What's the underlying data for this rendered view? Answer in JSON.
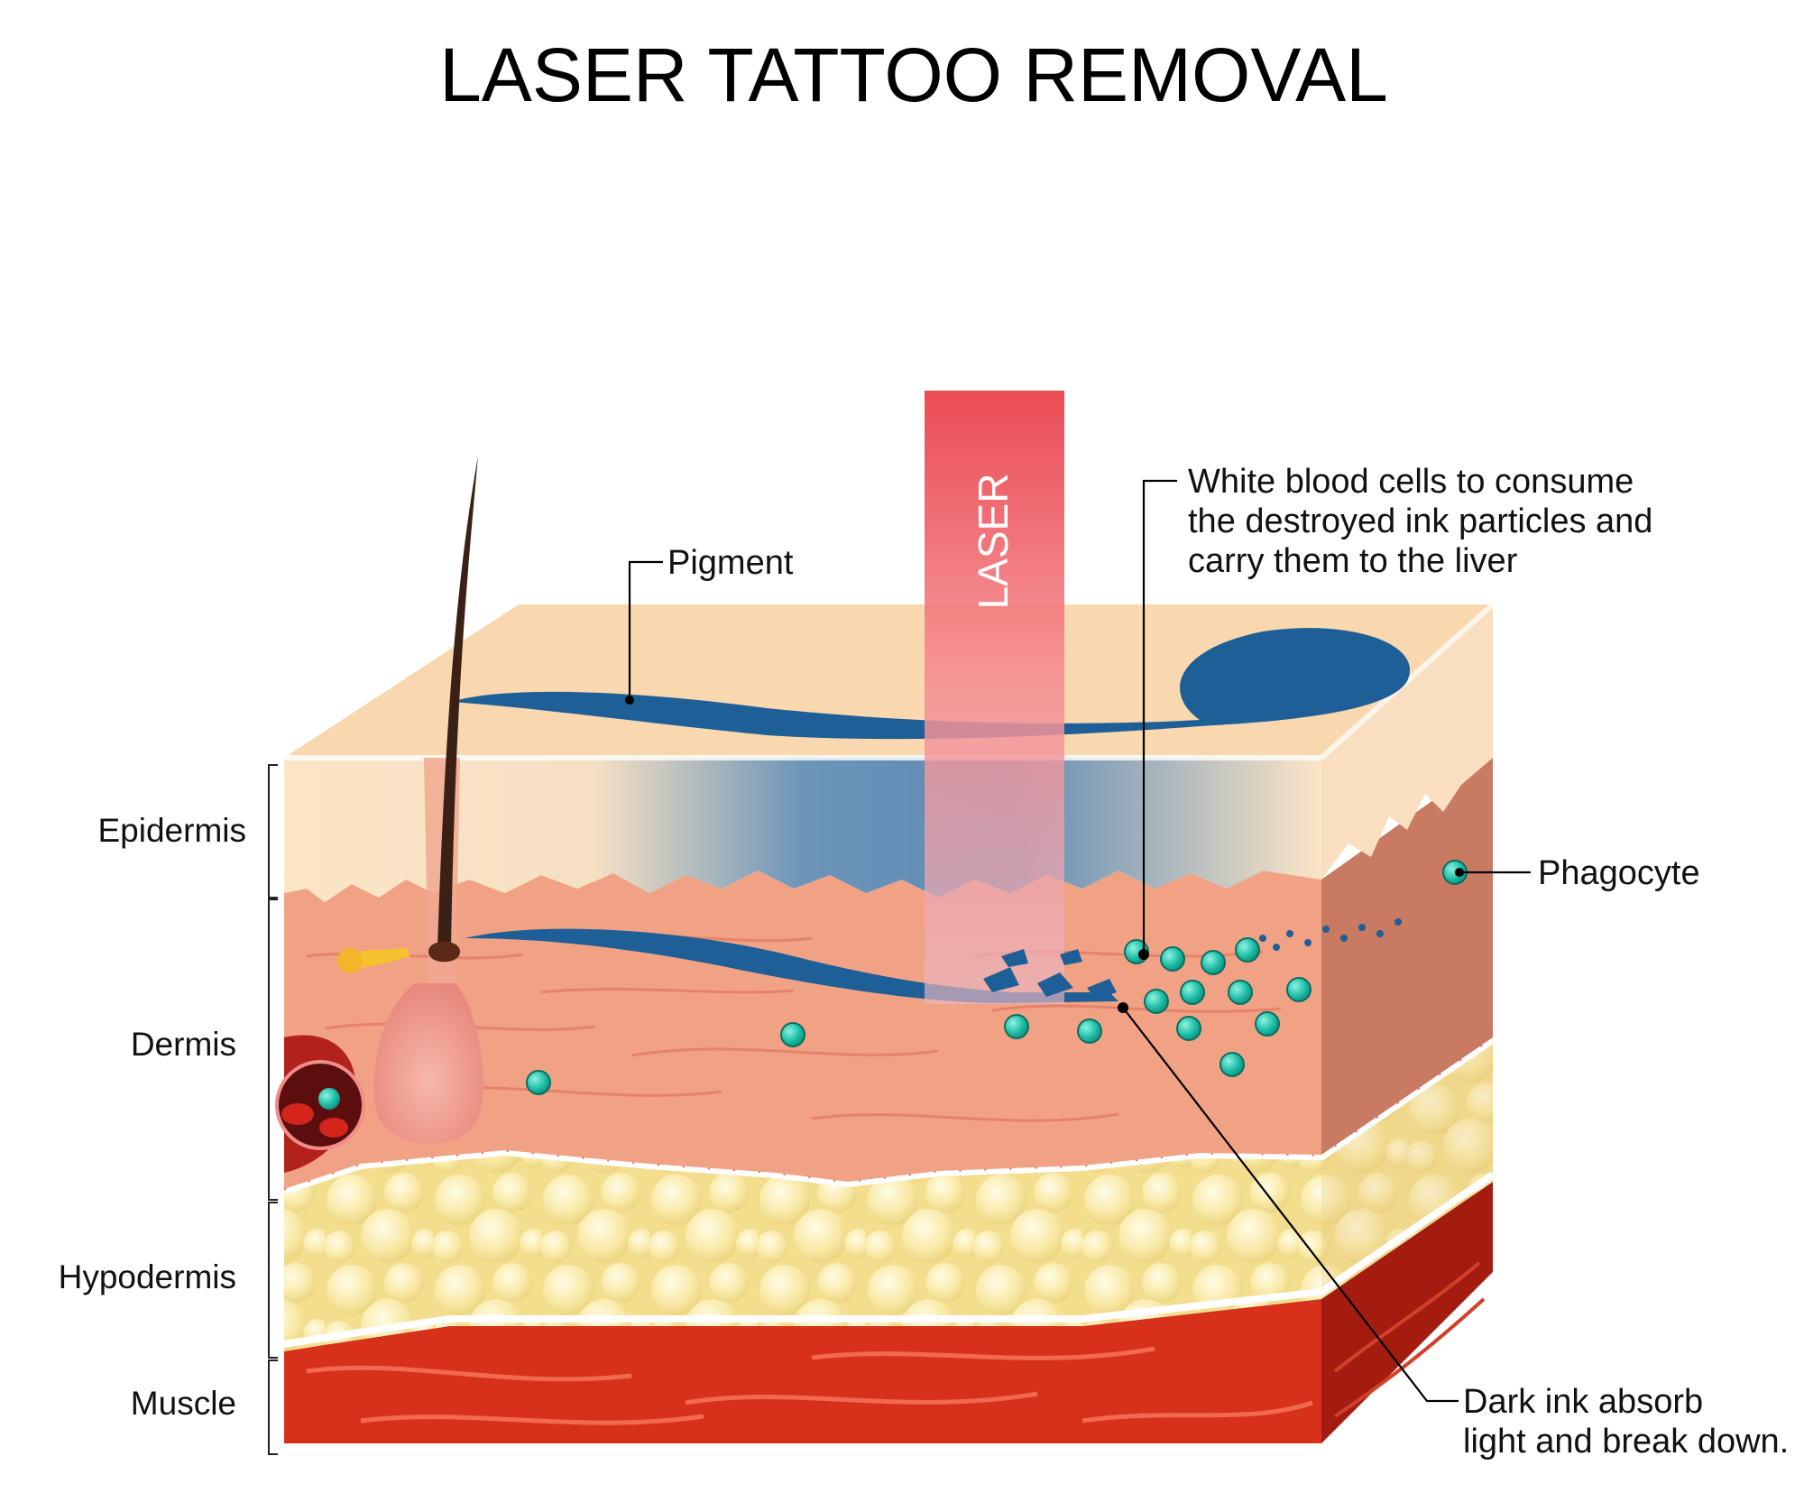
{
  "title": "LASER TATTOO REMOVAL",
  "laser_label": "LASER",
  "layers": {
    "epidermis": "Epidermis",
    "dermis": "Dermis",
    "hypodermis": "Hypodermis",
    "muscle": "Muscle"
  },
  "callouts": {
    "pigment": "Pigment",
    "white_blood_cells": [
      "White blood cells to consume",
      "the destroyed ink particles and",
      "carry them to the liver"
    ],
    "phagocyte": "Phagocyte",
    "dark_ink": [
      "Dark ink absorb",
      "light and break down."
    ]
  },
  "colors": {
    "epidermis": "#FBDDB6",
    "dermis": "#F1A285",
    "side_dermis": "#C87A63",
    "hypodermis_fat": "#F8E7A2",
    "muscle": "#D8311B",
    "muscle_side": "#A41C10",
    "pigment_ink": "#1F5F97",
    "laser_top": "#E8333D",
    "phagocyte": "#1FBFA8"
  }
}
